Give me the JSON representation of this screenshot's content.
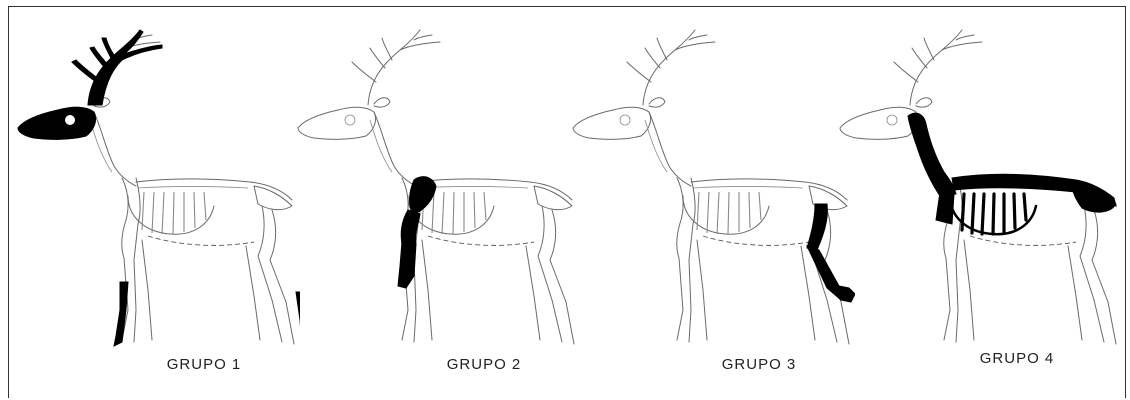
{
  "groups": [
    {
      "label": "GRUPO 1",
      "highlight": [
        "antlers",
        "skull",
        "distal-forelimb",
        "distal-hindlimb"
      ]
    },
    {
      "label": "GRUPO 2",
      "highlight": [
        "scapula",
        "humerus",
        "radius-ulna"
      ]
    },
    {
      "label": "GRUPO 3",
      "highlight": [
        "femur",
        "tibia"
      ]
    },
    {
      "label": "GRUPO 4",
      "highlight": [
        "vertebrae",
        "ribs",
        "pelvis"
      ]
    }
  ],
  "colors": {
    "highlight": "#000000",
    "outline": "#6a6a6a"
  }
}
